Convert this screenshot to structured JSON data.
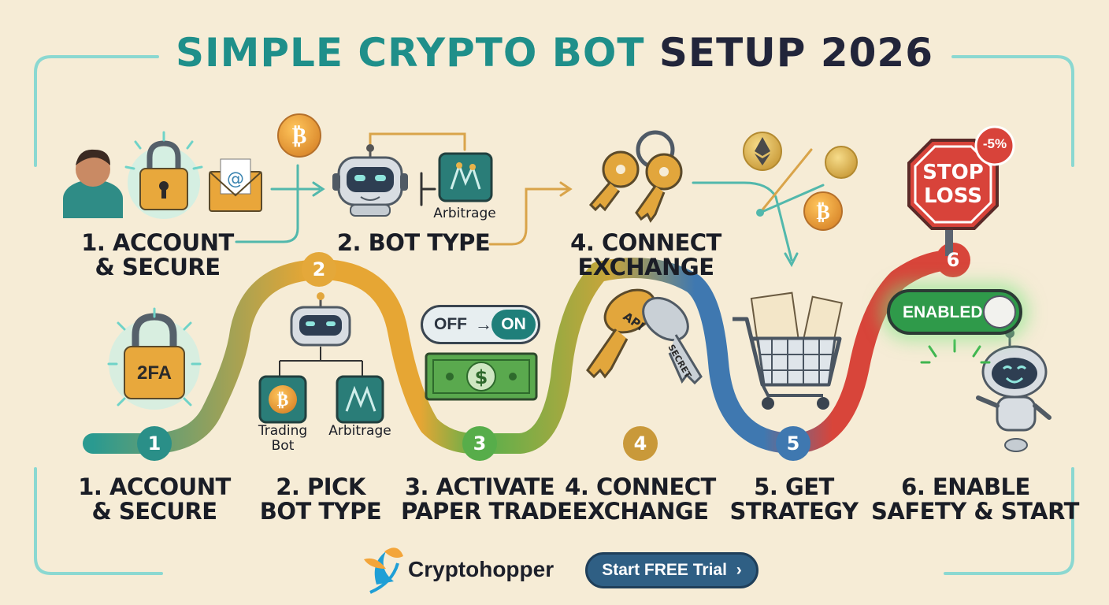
{
  "title": {
    "part1": "SIMPLE CRYPTO BOT",
    "part2": "SETUP 2026"
  },
  "top_row": {
    "step1": {
      "line1": "1. ACCOUNT",
      "line2": "& SECURE"
    },
    "step2": {
      "label": "2. BOT TYPE",
      "arbitrage": "Arbitrage"
    },
    "step4": {
      "line1": "4. CONNECT",
      "line2": "EXCHANGE"
    },
    "stop_sign": {
      "line1": "STOP",
      "line2": "LOSS",
      "badge": "-5%"
    },
    "enabled_toggle": "ENABLED"
  },
  "middle": {
    "lock_2fa": "2FA",
    "trading_bot": {
      "line1": "Trading",
      "line2": "Bot"
    },
    "arbitrage": "Arbitrage",
    "toggle": {
      "off": "OFF",
      "arrow": "→",
      "on": "ON"
    },
    "key_tags": {
      "api": "API",
      "secret": "SECRET"
    }
  },
  "numbers": [
    "1",
    "2",
    "3",
    "4",
    "5",
    "6"
  ],
  "bottom_steps": [
    {
      "line1": "1. ACCOUNT",
      "line2": "& SECURE"
    },
    {
      "line1": "2. PICK",
      "line2": "BOT TYPE"
    },
    {
      "line1": "3. ACTIVATE",
      "line2": "PAPER TRADE"
    },
    {
      "line1": "4. CONNECT",
      "line2": "EXCHANGE"
    },
    {
      "line1": "5. GET",
      "line2": "STRATEGY"
    },
    {
      "line1": "6. ENABLE",
      "line2": "SAFETY & START"
    }
  ],
  "footer": {
    "brand": "Cryptohopper",
    "cta": "Start FREE Trial",
    "cta_icon": "chevron-right-icon"
  },
  "colors": {
    "teal": "#1f8f8a",
    "orange": "#e7a83a",
    "green": "#5fae4c",
    "blue": "#3f78b0",
    "red": "#d8453a",
    "gold": "#c9993a",
    "background": "#f6ecd6"
  }
}
